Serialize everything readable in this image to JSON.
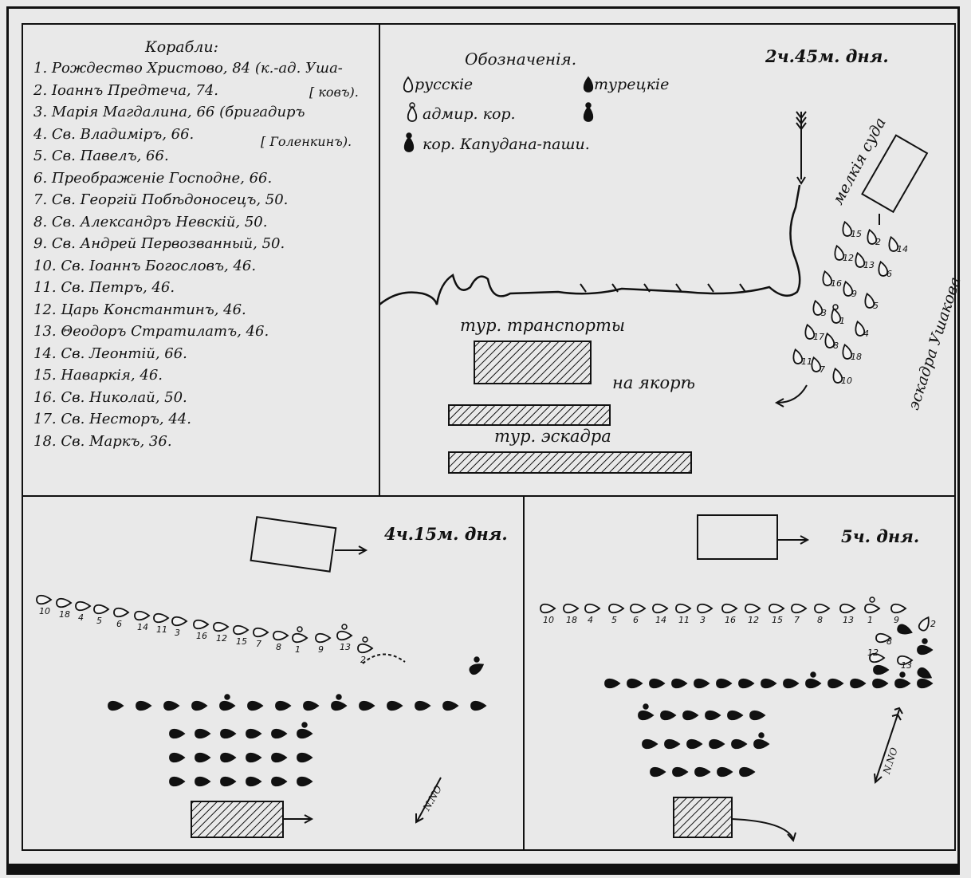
{
  "ship_list": {
    "title": "Корабли:",
    "items": [
      "1. Рождество Христово, 84 (к.-ад. Уша-",
      "2. Іоаннъ Предтеча, 74.",
      "3. Марія Магдалина, 66 (бригадиръ",
      "4. Св. Владиміръ, 66.",
      "5. Св. Павелъ, 66.",
      "6. Преображеніе Господне, 66.",
      "7. Св. Георгій Побѣдоносецъ, 50.",
      "8. Св. Александръ Невскій, 50.",
      "9. Св. Андрей Первозванный, 50.",
      "10. Св. Іоаннъ Богословъ, 46.",
      "11. Св. Петръ, 46.",
      "12. Царь Константинъ, 46.",
      "13. Θеодоръ Стратилатъ, 46.",
      "14. Св. Леонтій, 66.",
      "15. Наваркія, 46.",
      "16. Св. Николай, 50.",
      "17. Св. Несторъ, 44.",
      "18. Св. Маркъ, 36."
    ],
    "note_ushakov": "[ ковъ).",
    "note_golenkin": "[ Голенкинъ)."
  },
  "legend": {
    "title": "Обозначенія.",
    "russian": "русскіе",
    "turkish": "турецкіе",
    "flagship": "адмир. кор.",
    "kapudan": "кор. Капудана-паши."
  },
  "panel1": {
    "time": "2ч.45м. дня.",
    "small_vessels": "мелкія суда",
    "ushakov_squadron": "эскадра Ушакова",
    "transports": "тур. транспорты",
    "at_anchor": "на якорѣ",
    "turkish_squadron": "тур. эскадра",
    "ship_numbers": [
      15,
      2,
      14,
      12,
      13,
      6,
      16,
      9,
      5,
      3,
      1,
      4,
      17,
      8,
      18,
      11,
      7,
      10
    ]
  },
  "panel2": {
    "time": "4ч.15м. дня.",
    "wind": "N.NO",
    "russian_line": [
      10,
      18,
      4,
      5,
      6,
      14,
      11,
      3,
      16,
      12,
      15,
      7,
      8,
      1,
      9,
      13,
      2
    ]
  },
  "panel3": {
    "time": "5ч. дня.",
    "wind": "N.NO",
    "russian_line": [
      10,
      18,
      4,
      5,
      6,
      14,
      11,
      3,
      16,
      12,
      15,
      7,
      8,
      13,
      1,
      9,
      2
    ]
  },
  "colors": {
    "ink": "#111111",
    "paper": "#e9e9e9"
  }
}
